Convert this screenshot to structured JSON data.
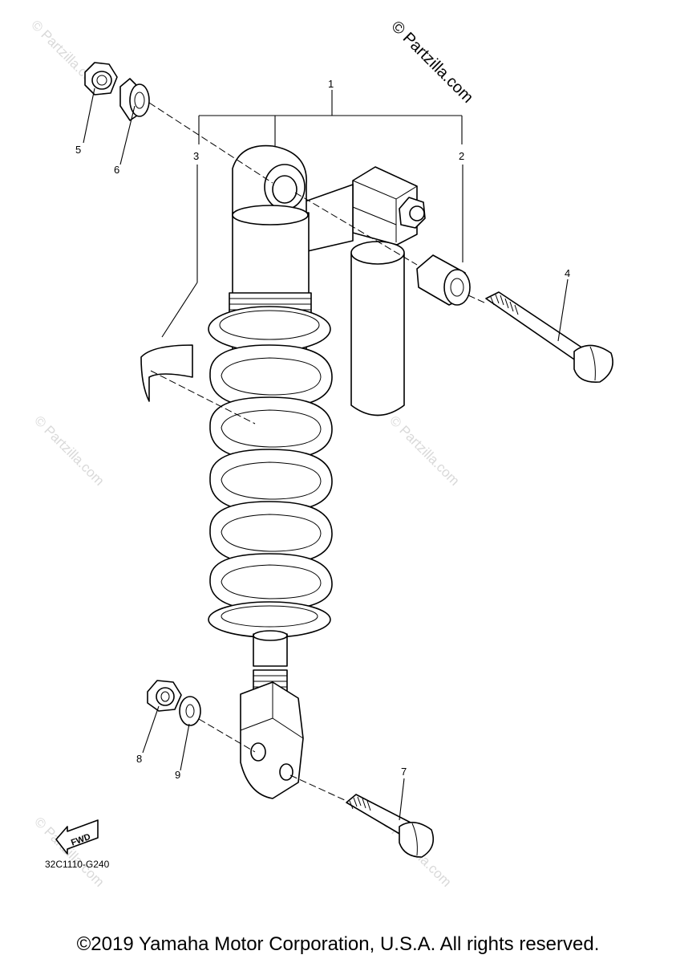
{
  "diagram_code": "32C1110-G240",
  "copyright": "©2019 Yamaha Motor Corporation, U.S.A. All rights reserved.",
  "watermark_top": "© Partzilla.com",
  "watermark_faint": "© Partzilla.com",
  "fwd_label": "FWD",
  "callouts": {
    "c1": "1",
    "c2": "2",
    "c3": "3",
    "c4": "4",
    "c5": "5",
    "c6": "6",
    "c7": "7",
    "c8": "8",
    "c9": "9"
  },
  "colors": {
    "line": "#000000",
    "watermark": "#d9d9d9",
    "background": "#ffffff"
  }
}
